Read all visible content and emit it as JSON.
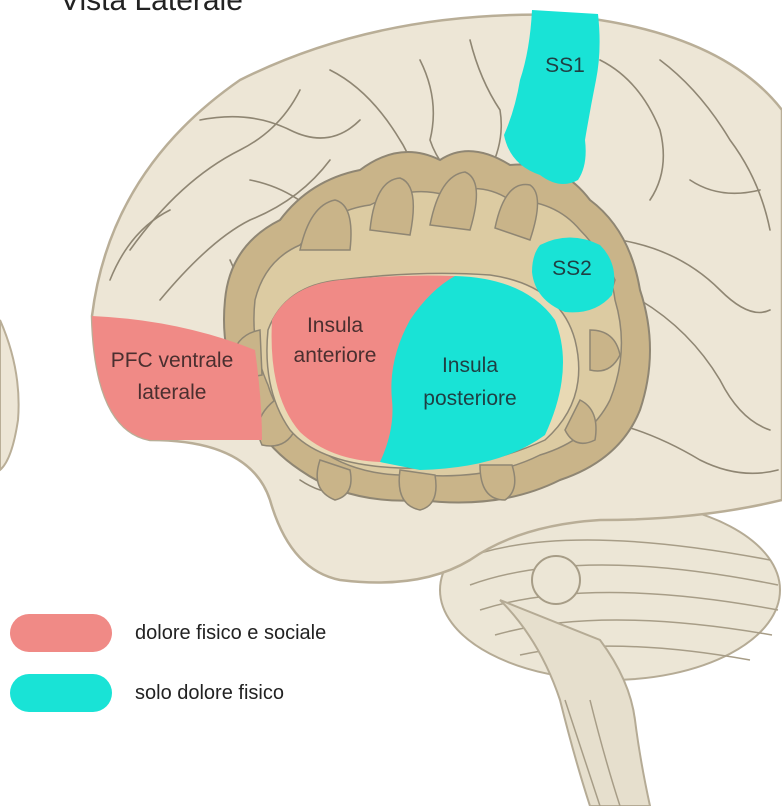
{
  "title": "Vista Laterale",
  "regions": {
    "ss1": "SS1",
    "ss2": "SS2",
    "pfc_line1": "PFC ventrale",
    "pfc_line2": "laterale",
    "insula_ant_line1": "Insula",
    "insula_ant_line2": "anteriore",
    "insula_post_line1": "Insula",
    "insula_post_line2": "posteriore"
  },
  "legend": [
    {
      "label": "dolore fisico e sociale",
      "color": "#f08a86"
    },
    {
      "label": "solo dolore fisico",
      "color": "#19e3d6"
    }
  ],
  "colors": {
    "brain_fill": "#ede6d6",
    "brain_outline": "#b9ae97",
    "cortex_fill": "#c9b489",
    "sulci": "#8f8673",
    "pink": "#f08a86",
    "cyan": "#19e3d6"
  }
}
